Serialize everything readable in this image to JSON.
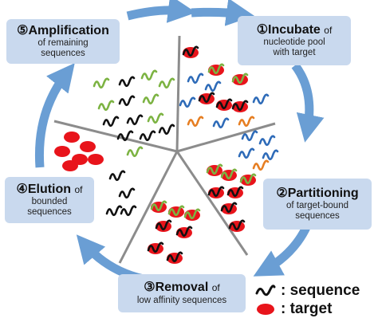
{
  "steps": [
    {
      "num": "①",
      "title": "Incubate",
      "of": "of",
      "lines": [
        "nucleotide pool",
        "with target"
      ]
    },
    {
      "num": "②",
      "title": "Partitioning",
      "of": "",
      "lines": [
        "of target-bound",
        "sequences"
      ]
    },
    {
      "num": "③",
      "title": "Removal",
      "of": "of",
      "lines": [
        "low affinity sequences"
      ]
    },
    {
      "num": "④",
      "title": "Elution",
      "of": "of",
      "lines": [
        "bounded",
        "sequences"
      ]
    },
    {
      "num": "⑤",
      "title": "Amplification",
      "of": "",
      "lines": [
        "of remaining",
        "sequences"
      ]
    }
  ],
  "legend": {
    "sequence": ": sequence",
    "target": ": target"
  },
  "colors": {
    "box": "#c9d9ee",
    "arrow": "#6a9ed4",
    "divider": "#8c8c8c",
    "target": "#e8141b",
    "seq_black": "#111111",
    "seq_green": "#7cb342",
    "seq_blue": "#2e6bb8",
    "seq_orange": "#e67e22"
  }
}
